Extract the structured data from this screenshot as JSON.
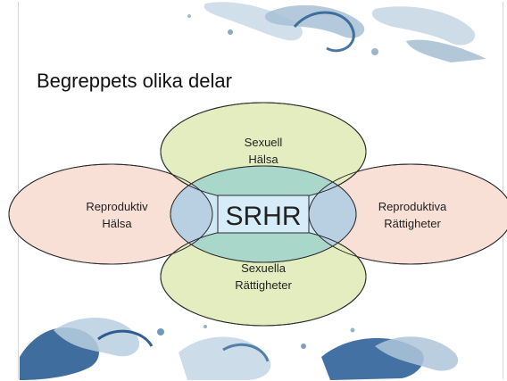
{
  "slide": {
    "title": "Begreppets olika delar"
  },
  "diagram": {
    "center": {
      "label": "SRHR",
      "fill": "#cfe8f5"
    },
    "top": {
      "lines": [
        "Sexuell",
        "Hälsa"
      ],
      "fill": "#e3edbf"
    },
    "bottom": {
      "lines": [
        "Sexuella",
        "Rättigheter"
      ],
      "fill": "#e3edbf"
    },
    "left": {
      "lines": [
        "Reproduktiv",
        "Hälsa"
      ],
      "fill": "#f8e0d6"
    },
    "right": {
      "lines": [
        "Reproduktiva",
        "Rättigheter"
      ],
      "fill": "#f8e0d6"
    },
    "overlap_fill": "#a9d7c9",
    "side_overlap_fill": "#b9cfe2"
  },
  "colors": {
    "decor_blue": "#1c4e86",
    "decor_light": "#8fb3cf"
  }
}
